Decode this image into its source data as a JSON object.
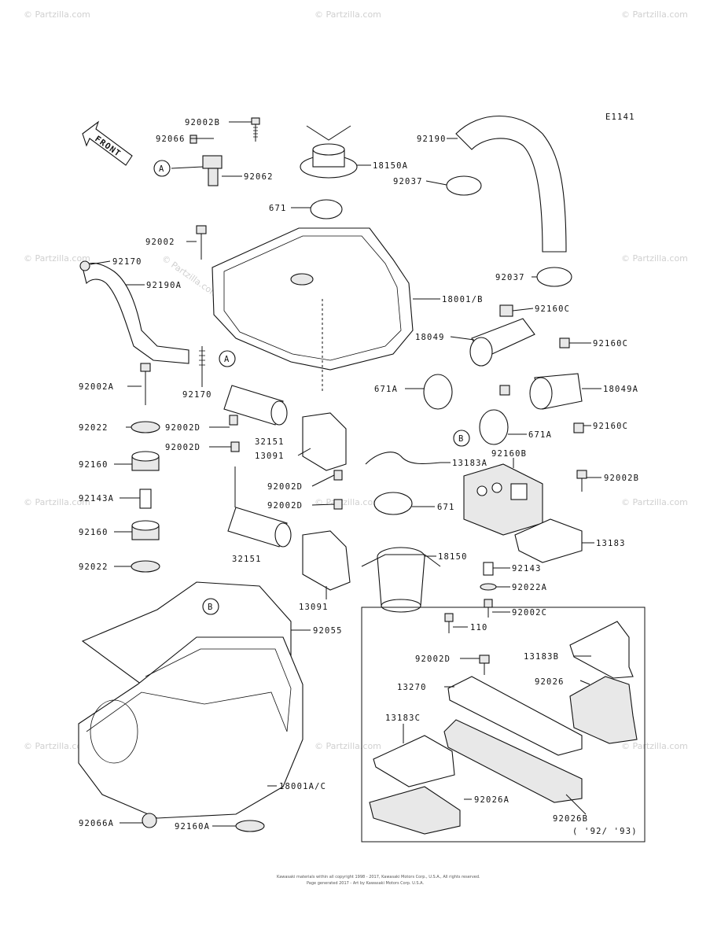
{
  "diagram_code": "E1141",
  "front_label": "FRONT",
  "watermark": "© Partzilla.com",
  "callouts": {
    "A": "A",
    "B": "B"
  },
  "labels": {
    "p92002B_top": "92002B",
    "p92066": "92066",
    "p92062": "92062",
    "p18150A": "18150A",
    "p92190": "92190",
    "p92037_top": "92037",
    "p671_top": "671",
    "p92002": "92002",
    "p92170_top": "92170",
    "p92190A": "92190A",
    "p92037_mid": "92037",
    "p18001B": "18001/B",
    "p92160C_1": "92160C",
    "p18049": "18049",
    "p92160C_2": "92160C",
    "p18049A": "18049A",
    "p671A_1": "671A",
    "p92160C_3": "92160C",
    "p671A_2": "671A",
    "p92002A": "92002A",
    "p92170_mid": "92170",
    "p92022_1": "92022",
    "p92002D_1": "92002D",
    "p32151_1": "32151",
    "p92002D_2": "92002D",
    "p13091_1": "13091",
    "p13183A": "13183A",
    "p92160B": "92160B",
    "p92160": "92160",
    "p92002D_3": "92002D",
    "p92002B_right": "92002B",
    "p92143A": "92143A",
    "p92002D_4": "92002D",
    "p671_mid": "671",
    "p92160_2": "92160",
    "p13183": "13183",
    "p32151_2": "32151",
    "p92022_2": "92022",
    "p18150": "18150",
    "p92143": "92143",
    "p92022A": "92022A",
    "p13091_2": "13091",
    "p92002C": "92002C",
    "p92055": "92055",
    "p110": "110",
    "p92002D_5": "92002D",
    "p13183B": "13183B",
    "p92026": "92026",
    "p13270": "13270",
    "p13183C": "13183C",
    "p18001AC": "18001A/C",
    "p92026A": "92026A",
    "p92026B": "92026B",
    "p92066A": "92066A",
    "p92160A": "92160A",
    "year_note": "( '92/ '93)"
  },
  "footer": {
    "line1": "Kawasaki materials within all copyright 1998 - 2017, Kawasaki Motors Corp., U.S.A., All rights reserved.",
    "line2": "Page generated 2017 - Art by Kawasaki Motors Corp. U.S.A."
  }
}
